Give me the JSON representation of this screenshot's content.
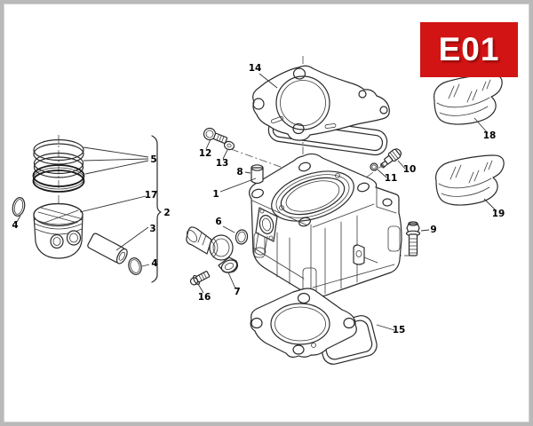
{
  "badge": {
    "code": "E01"
  },
  "colors": {
    "accent_red": "#d31414",
    "badge_text": "#ffffff",
    "line_art": "#2a2a2a",
    "page_border": "#b9b9b9",
    "background": "#ffffff"
  },
  "callouts": {
    "n1": "1",
    "n2": "2",
    "n3": "3",
    "n4": "4",
    "n5": "5",
    "n6": "6",
    "n7": "7",
    "n8": "8",
    "n9": "9",
    "n10": "10",
    "n11": "11",
    "n12": "12",
    "n13": "13",
    "n14": "14",
    "n15": "15",
    "n16": "16",
    "n17": "17",
    "n18": "18",
    "n19": "19"
  }
}
